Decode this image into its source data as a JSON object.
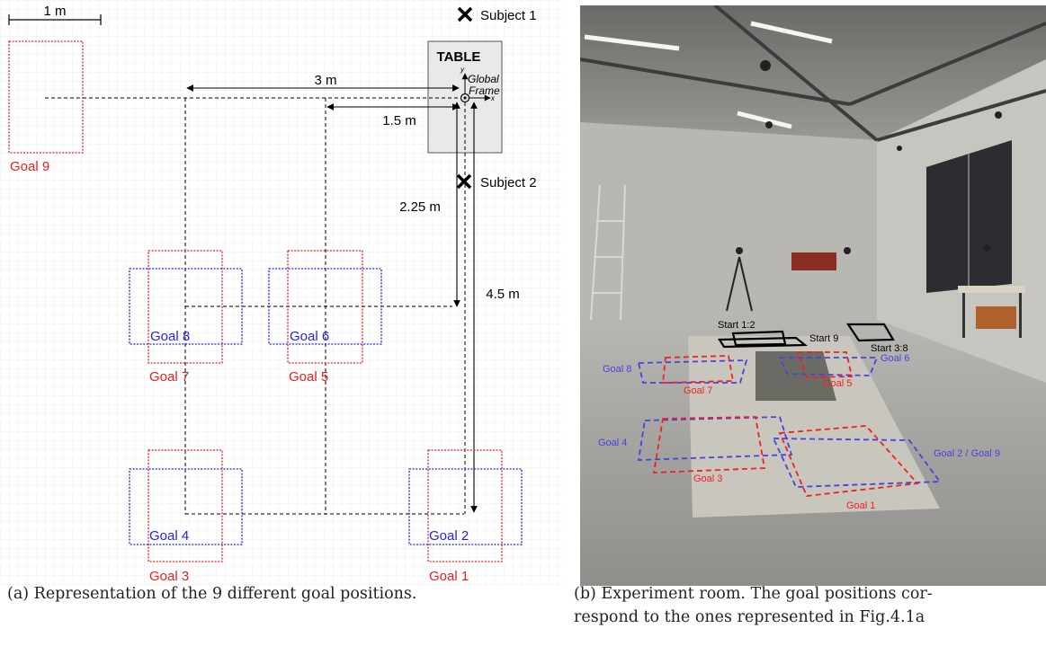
{
  "panel_a": {
    "scale_label": "1 m",
    "subject1": "Subject 1",
    "subject2": "Subject 2",
    "table_label": "TABLE",
    "frame_y_axis": "y",
    "frame_x_axis": "x",
    "frame_label_1": "Global",
    "frame_label_2": "Frame",
    "dist_3m": "3 m",
    "dist_1_5m": "1.5 m",
    "dist_2_25m": "2.25 m",
    "dist_4_5m": "4.5 m",
    "goals": {
      "goal1": "Goal 1",
      "goal2": "Goal 2",
      "goal3": "Goal 3",
      "goal4": "Goal 4",
      "goal5": "Goal 5",
      "goal6": "Goal 6",
      "goal7": "Goal 7",
      "goal8": "Goal 8",
      "goal9": "Goal 9"
    },
    "colors": {
      "red_goal": "#e8201f",
      "blue_goal": "#2424d8",
      "grid": "#ececec"
    }
  },
  "panel_b": {
    "start_1_2": "Start 1:2",
    "start_9": "Start 9",
    "start_3_8": "Start 3:8",
    "goal8": "Goal 8",
    "goal7": "Goal 7",
    "goal5": "Goal 5",
    "goal6": "Goal 6",
    "goal4": "Goal 4",
    "goal3": "Goal 3",
    "goal2_9": "Goal 2 / Goal 9",
    "goal1": "Goal 1"
  },
  "captions": {
    "a": "(a) Representation of the 9 different goal positions.",
    "b_line1": "(b) Experiment room. The goal positions cor-",
    "b_line2": "respond to the ones represented in Fig.4.1a"
  }
}
